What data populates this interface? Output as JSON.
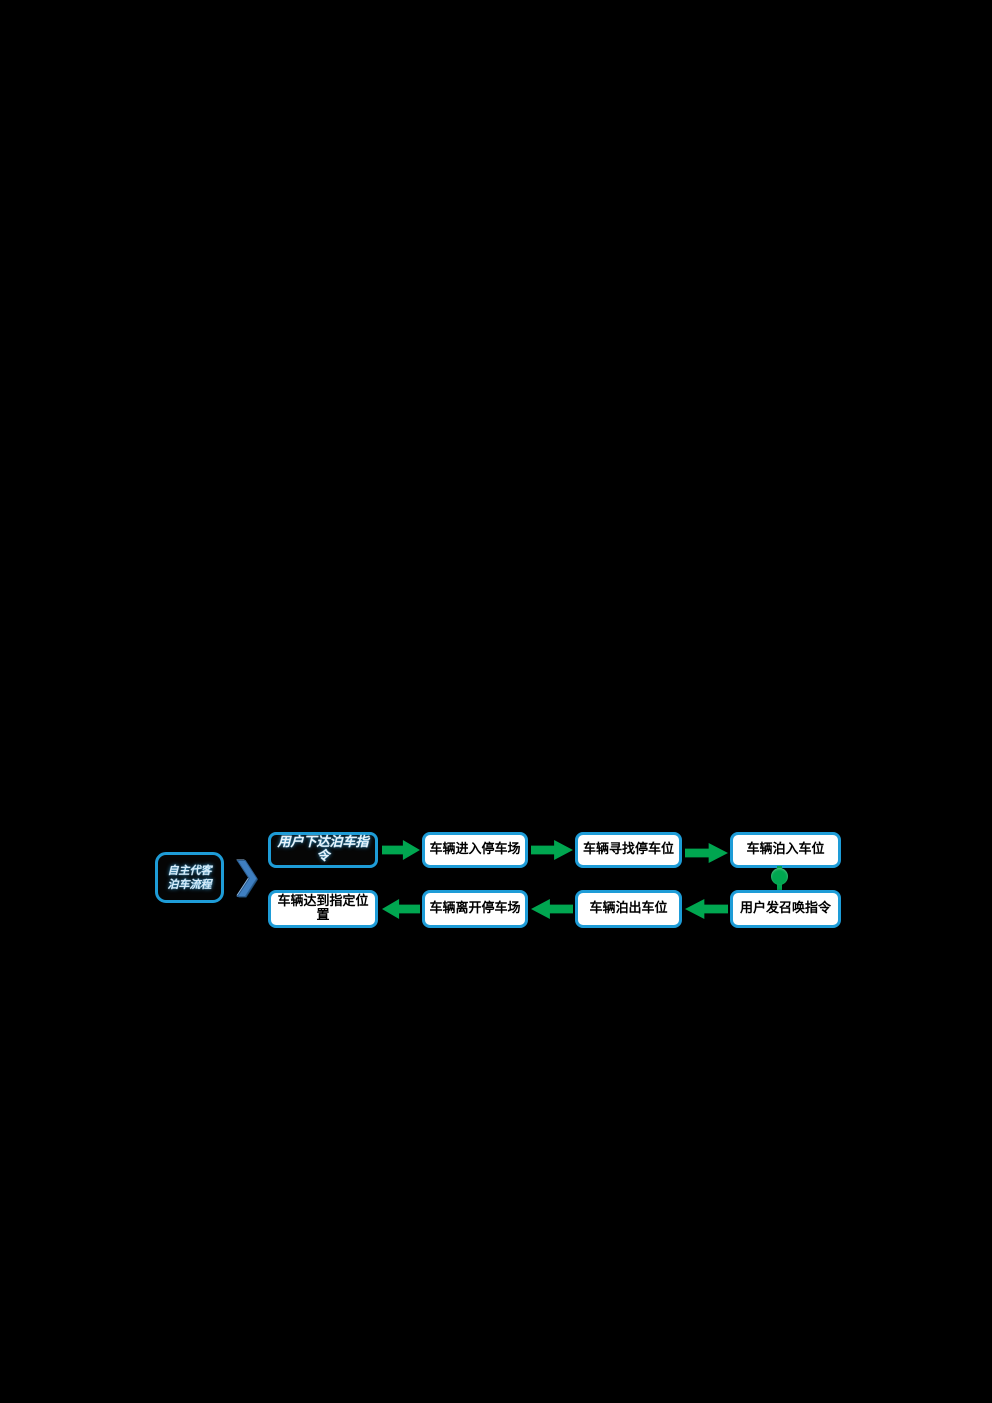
{
  "diagram": {
    "side_label": {
      "line1": "自主代客",
      "line2": "泊车流程"
    },
    "chevron_glyph": "❯",
    "top_row": [
      {
        "label": "用户下达泊车指令"
      },
      {
        "label": "车辆进入停车场"
      },
      {
        "label": "车辆寻找停车位"
      },
      {
        "label": "车辆泊入车位"
      }
    ],
    "bottom_row": [
      {
        "label": "车辆达到指定位置"
      },
      {
        "label": "车辆离开停车场"
      },
      {
        "label": "车辆泊出车位"
      },
      {
        "label": "用户发召唤指令"
      }
    ],
    "colors": {
      "background": "#000000",
      "box_fill": "#ffffff",
      "box_border_blue": "#1e9cd7",
      "arrow_green": "#00a650",
      "chevron_blue": "#3f7fc1",
      "dark_box_fill": "#060606",
      "dark_box_text": "#e8f4fb"
    }
  }
}
